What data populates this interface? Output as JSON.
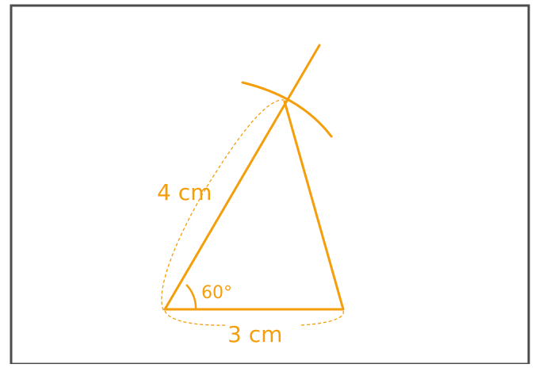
{
  "diagram": {
    "side_left_label": "4 cm",
    "side_bottom_label": "3 cm",
    "angle_label": "60°",
    "colors": {
      "stroke": "#f59e0b",
      "border": "#4d4d4d",
      "background": "#ffffff"
    }
  }
}
